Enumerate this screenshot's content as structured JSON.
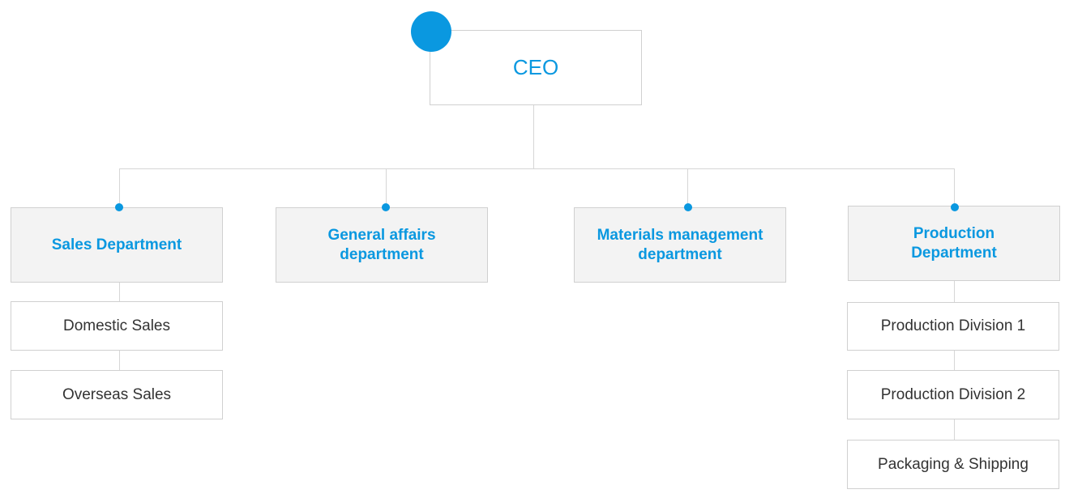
{
  "ceo": {
    "label": "CEO"
  },
  "departments": [
    {
      "label": "Sales Department"
    },
    {
      "label": "General affairs department"
    },
    {
      "label": "Materials management department"
    },
    {
      "label": "Production Department"
    }
  ],
  "sales_units": [
    {
      "label": "Domestic Sales"
    },
    {
      "label": "Overseas Sales"
    }
  ],
  "production_units": [
    {
      "label": "Production Division 1"
    },
    {
      "label": "Production Division 2"
    },
    {
      "label": "Packaging & Shipping"
    }
  ],
  "colors": {
    "accent": "#0a98e0",
    "connector": "#d6d6d6",
    "dept_fill": "#f3f3f3",
    "unit_text": "#333333"
  }
}
